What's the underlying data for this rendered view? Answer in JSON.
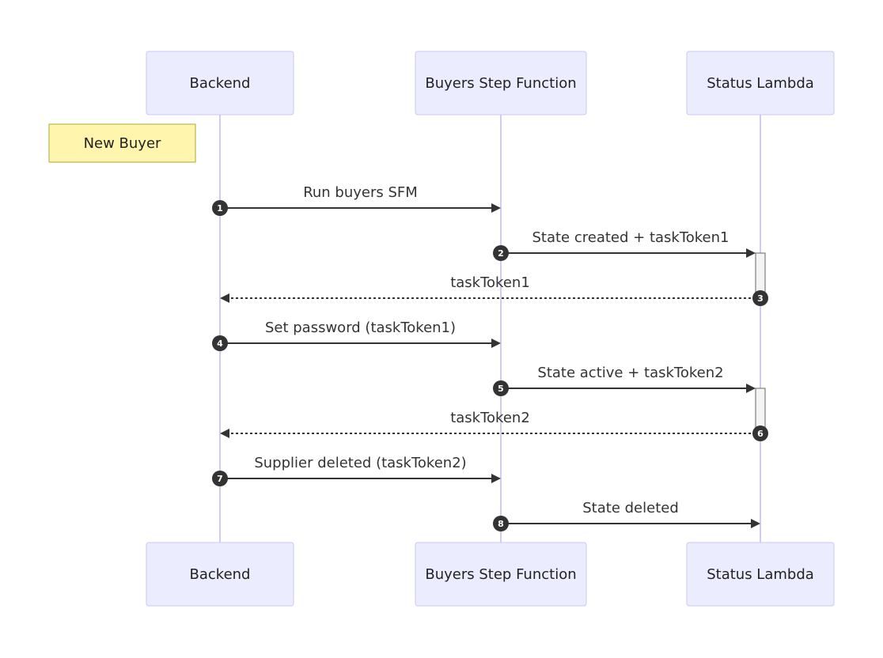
{
  "diagram": {
    "type": "sequence",
    "participants": [
      {
        "id": "backend",
        "label": "Backend"
      },
      {
        "id": "sfn",
        "label": "Buyers Step Function"
      },
      {
        "id": "lambda",
        "label": "Status Lambda"
      }
    ],
    "note": {
      "text": "New Buyer",
      "position": "left of Backend"
    },
    "messages": [
      {
        "seq": "1",
        "from": "backend",
        "to": "sfn",
        "text": "Run buyers SFM",
        "style": "solid"
      },
      {
        "seq": "2",
        "from": "sfn",
        "to": "lambda",
        "text": "State created + taskToken1",
        "style": "solid",
        "activate": true
      },
      {
        "seq": "3",
        "from": "lambda",
        "to": "backend",
        "text": "taskToken1",
        "style": "dotted",
        "deactivate": true
      },
      {
        "seq": "4",
        "from": "backend",
        "to": "sfn",
        "text": "Set password (taskToken1)",
        "style": "solid"
      },
      {
        "seq": "5",
        "from": "sfn",
        "to": "lambda",
        "text": "State active + taskToken2",
        "style": "solid",
        "activate": true
      },
      {
        "seq": "6",
        "from": "lambda",
        "to": "backend",
        "text": "taskToken2",
        "style": "dotted",
        "deactivate": true
      },
      {
        "seq": "7",
        "from": "backend",
        "to": "sfn",
        "text": "Supplier deleted (taskToken2)",
        "style": "solid"
      },
      {
        "seq": "8",
        "from": "sfn",
        "to": "lambda",
        "text": "State deleted",
        "style": "solid"
      }
    ],
    "colors": {
      "actor_fill": "#ECECFF",
      "actor_border": "#C9C7F5",
      "lifeline": "#D2CDF0",
      "note_fill": "#FFF5AD",
      "note_border": "#AAAA33",
      "arrow": "#333333",
      "activation_fill": "#F4F4F4"
    }
  }
}
